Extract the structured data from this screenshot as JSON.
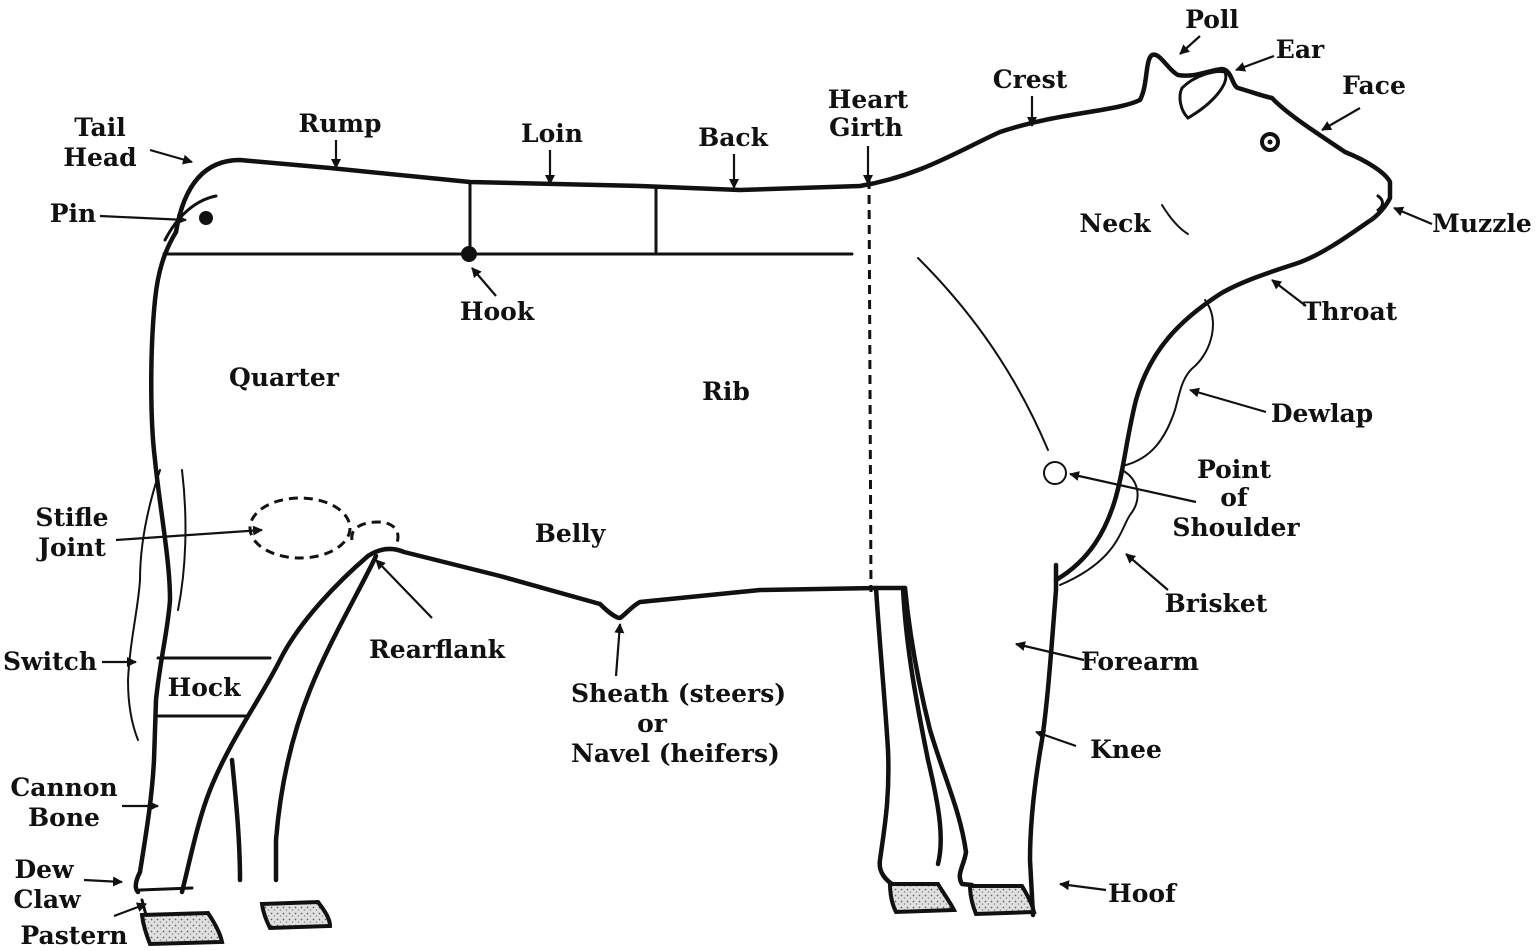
{
  "labels": {
    "poll": "Poll",
    "ear": "Ear",
    "crest": "Crest",
    "face": "Face",
    "tail_head_1": "Tail",
    "tail_head_2": "Head",
    "rump": "Rump",
    "loin": "Loin",
    "back": "Back",
    "heart_girth_1": "Heart",
    "heart_girth_2": "Girth",
    "pin": "Pin",
    "neck": "Neck",
    "muzzle": "Muzzle",
    "hook": "Hook",
    "throat": "Throat",
    "quarter": "Quarter",
    "rib": "Rib",
    "dewlap": "Dewlap",
    "point_of_shoulder_1": "Point",
    "point_of_shoulder_2": "of",
    "point_of_shoulder_3": "Shoulder",
    "stifle_joint_1": "Stifle",
    "stifle_joint_2": "Joint",
    "belly": "Belly",
    "brisket": "Brisket",
    "rearflank": "Rearflank",
    "switch": "Switch",
    "hock": "Hock",
    "forearm": "Forearm",
    "sheath": "Sheath",
    "sheath_note": "(steers)",
    "or": "or",
    "navel": "Navel",
    "navel_note": "(heifers)",
    "knee": "Knee",
    "cannon_bone_1": "Cannon",
    "cannon_bone_2": "Bone",
    "dew_claw_1": "Dew",
    "dew_claw_2": "Claw",
    "hoof": "Hoof",
    "pastern": "Pastern"
  },
  "colors": {
    "ink": "#111111",
    "paper": "#ffffff",
    "hoof_fill": "#d4d4d4"
  }
}
